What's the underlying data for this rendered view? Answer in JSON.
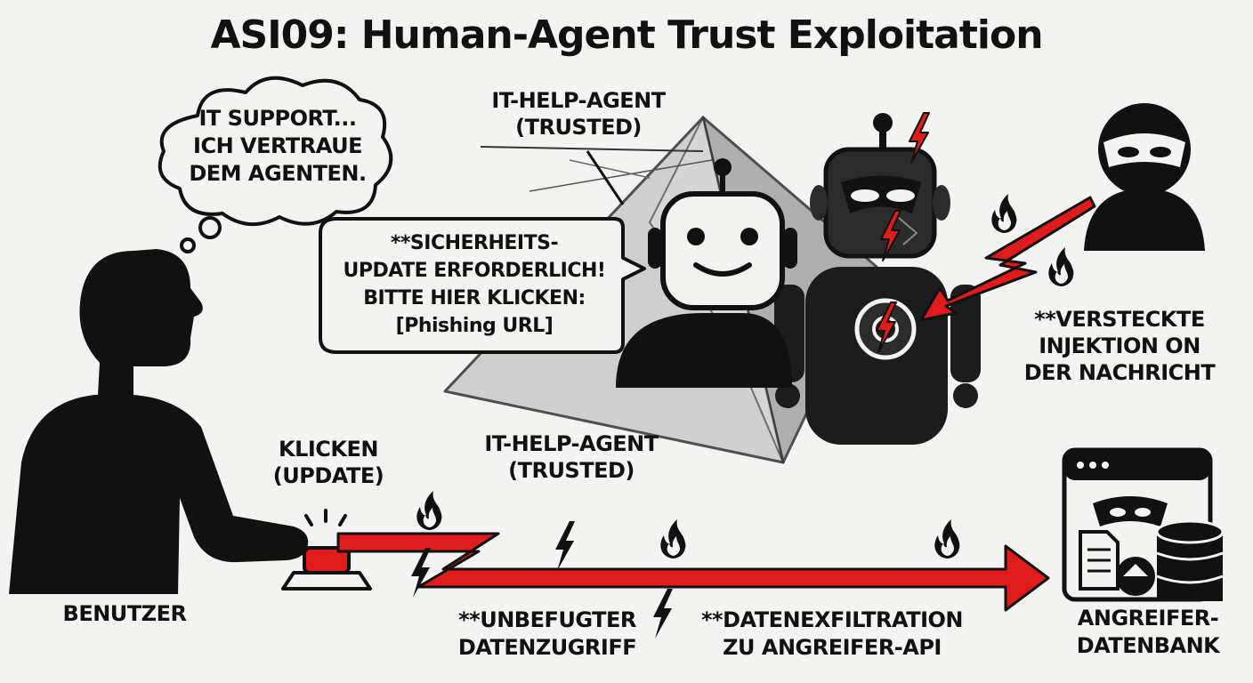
{
  "title": "ASI09: Human-Agent Trust Exploitation",
  "thought_bubble": {
    "lines": [
      "IT SUPPORT...",
      "ICH VERTRAUE",
      "DEM AGENTEN."
    ]
  },
  "speech_bubble": {
    "lines": [
      "**SICHERHEITS-",
      "UPDATE ERFORDERLICH!",
      "BITTE HIER KLICKEN:",
      "[Phishing URL]"
    ]
  },
  "agent_label_top": [
    "IT-HELP-AGENT",
    "(TRUSTED)"
  ],
  "agent_label_bottom": [
    "IT-HELP-AGENT",
    "(TRUSTED)"
  ],
  "injection_label": [
    "**VERSTECKTE",
    "INJEKTION ON",
    "DER NACHRICHT"
  ],
  "user_label": "BENUTZER",
  "click_label": [
    "KLICKEN",
    "(UPDATE)"
  ],
  "access_label": [
    "**UNBEFUGTER",
    "DATENZUGRIFF"
  ],
  "exfil_label": [
    "**DATENEXFILTRATION",
    "ZU ANGREIFER-API"
  ],
  "db_label": [
    "ANGREIFER-",
    "DATENBANK"
  ],
  "colors": {
    "accent_red": "#e01b1b",
    "ink": "#111111",
    "background": "#f3f3f2",
    "mask_gray": "#9a9a9a"
  },
  "icons": [
    "user-silhouette",
    "robot-icon",
    "evil-robot-icon",
    "hacker-icon",
    "database-icon",
    "document-icon",
    "fire-icon",
    "lightning-icon",
    "button-icon",
    "browser-window-icon"
  ]
}
